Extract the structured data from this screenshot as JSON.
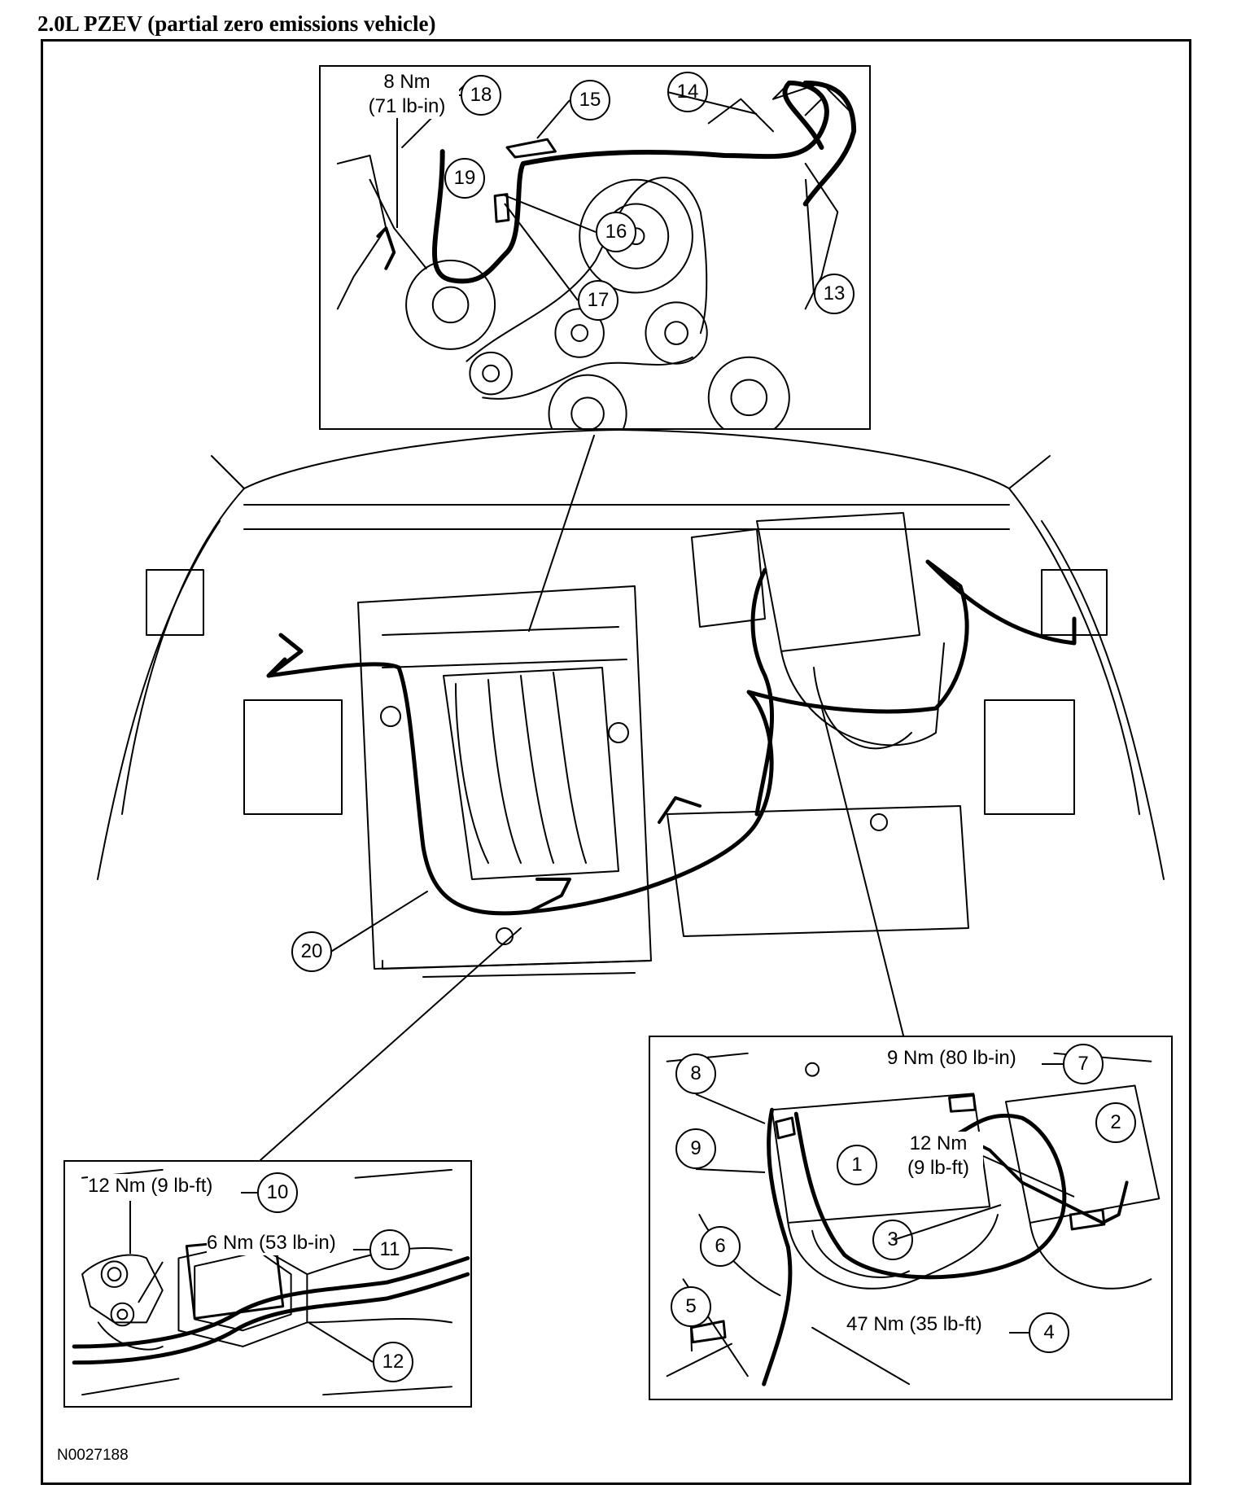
{
  "header": {
    "title": "2.0L PZEV (partial zero emissions vehicle)"
  },
  "figure_id": "N0027188",
  "callouts": [
    "1",
    "2",
    "3",
    "4",
    "5",
    "6",
    "7",
    "8",
    "9",
    "10",
    "11",
    "12",
    "13",
    "14",
    "15",
    "16",
    "17",
    "18",
    "19",
    "20"
  ],
  "torque": {
    "t18": {
      "nm": "8 Nm",
      "imperial": "(71 lb-in)"
    },
    "t7": "9 Nm (80 lb-in)",
    "t1": {
      "nm": "12 Nm",
      "imperial": "(9 lb-ft)"
    },
    "t4": "47 Nm (35 lb-ft)",
    "t10": "12 Nm (9 lb-ft)",
    "t11": "6 Nm (53 lb-in)"
  }
}
